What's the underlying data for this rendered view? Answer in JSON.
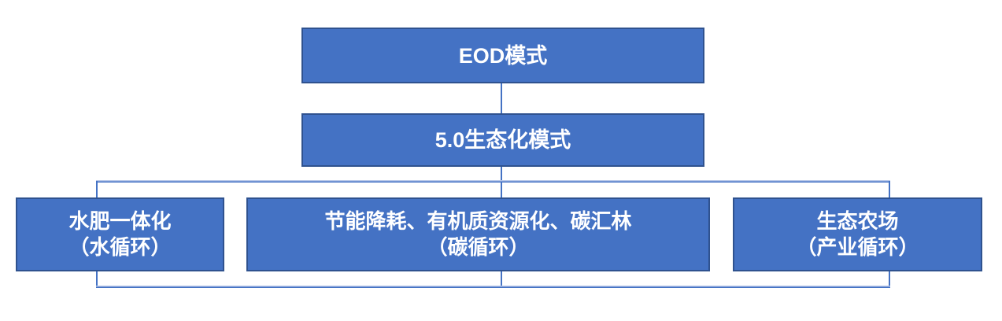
{
  "diagram": {
    "type": "hierarchy-flowchart",
    "colors": {
      "node_fill": "#4472C4",
      "node_border": "#2F528F",
      "node_text": "#FFFFFF",
      "connector": "#4472C4",
      "connector_highlight": "#B4C4E7",
      "background": "#FFFFFF"
    },
    "nodes": {
      "eod": {
        "label": "EOD模式"
      },
      "eco50": {
        "label": "5.0生态化模式"
      },
      "water": {
        "line1": "水肥一体化",
        "line2": "（水循环）"
      },
      "carbon": {
        "line1": "节能降耗、有机质资源化、碳汇林",
        "line2": "（碳循环）"
      },
      "farm": {
        "line1": "生态农场",
        "line2": "（产业循环）"
      }
    },
    "edges": [
      {
        "from": "eod",
        "to": "eco50"
      },
      {
        "from": "eco50",
        "to": "water"
      },
      {
        "from": "eco50",
        "to": "carbon"
      },
      {
        "from": "eco50",
        "to": "farm"
      },
      {
        "from": "water",
        "to": "bottom-rail"
      },
      {
        "from": "carbon",
        "to": "bottom-rail"
      },
      {
        "from": "farm",
        "to": "bottom-rail"
      }
    ]
  }
}
